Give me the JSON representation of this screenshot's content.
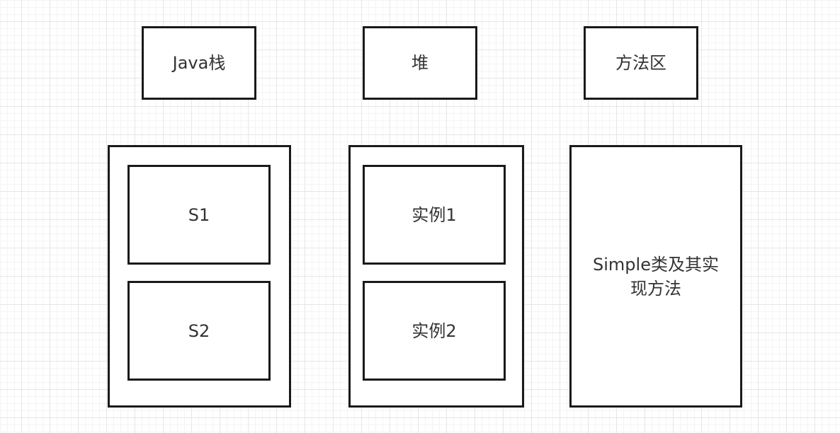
{
  "headers": {
    "java_stack": "Java栈",
    "heap": "堆",
    "method_area": "方法区"
  },
  "stack_frames": {
    "s1": "S1",
    "s2": "S2"
  },
  "heap_instances": {
    "instance1": "实例1",
    "instance2": "实例2"
  },
  "method_area_content": "Simple类及其实\n现方法"
}
